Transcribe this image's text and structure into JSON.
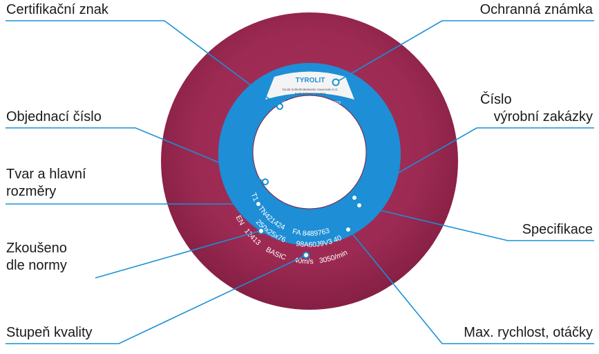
{
  "colors": {
    "wheel": "#9c2a52",
    "wheel_edge": "#7d1d3f",
    "label_blue": "#1e8ed6",
    "line_blue": "#1891d6",
    "white_panel": "#f4f4f4"
  },
  "callouts": {
    "certifikacni_znak": "Certifikační znak",
    "ochranna_znamka": "Ochranná známka",
    "objednaci_cislo": "Objednací číslo",
    "cislo_zakazky_1": "Číslo",
    "cislo_zakazky_2": "výrobní zakázky",
    "tvar_1": "Tvar a hlavní",
    "tvar_2": "rozměry",
    "specifikace": "Specifikace",
    "zkouseno_1": "Zkoušeno",
    "zkouseno_2": "dle normy",
    "stupen_kvality": "Stupeň kvality",
    "max_rychlost": "Max. rychlost, otáčky"
  },
  "wheel_label": {
    "brand": "TYROLIT",
    "company_line1": "Tyrolit Schleifmittelwerke Swarovski K.G.",
    "company_line2": "6130 Schwaz / Austria",
    "cert_mark": "oSa",
    "code_small": "ZY 019",
    "row1_a": "T1",
    "row1_b": "TN421424",
    "row1_c": "FA 8489763",
    "row2_a": "250x25x76",
    "row2_b": "98A60J9V3 40",
    "row3_a": "EN",
    "row3_b": "12413",
    "row3_c": "BASIC",
    "row3_d": "40m/s",
    "row3_e": "3050/min"
  }
}
